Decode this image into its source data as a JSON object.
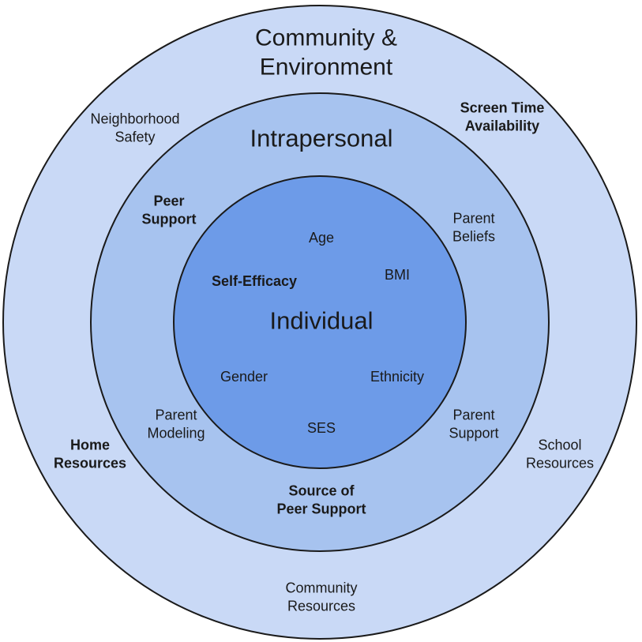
{
  "colors": {
    "outer_ring": "#c9d9f6",
    "middle_ring": "#a7c3ef",
    "inner_circle": "#6d9be8",
    "ring_stroke": "#1a1a1a",
    "text": "#1a1a1a"
  },
  "levels": {
    "community": {
      "title_line1": "Community &",
      "title_line2": "Environment",
      "factors": {
        "neighborhood_safety": {
          "line1": "Neighborhood",
          "line2": "Safety"
        },
        "screen_time_availability": {
          "line1": "Screen Time",
          "line2": "Availability"
        },
        "home_resources": {
          "line1": "Home",
          "line2": "Resources"
        },
        "school_resources": {
          "line1": "School",
          "line2": "Resources"
        },
        "community_resources": {
          "line1": "Community",
          "line2": "Resources"
        }
      }
    },
    "intrapersonal": {
      "title": "Intrapersonal",
      "factors": {
        "peer_support": {
          "line1": "Peer",
          "line2": "Support"
        },
        "parent_beliefs": {
          "line1": "Parent",
          "line2": "Beliefs"
        },
        "parent_modeling": {
          "line1": "Parent",
          "line2": "Modeling"
        },
        "parent_support": {
          "line1": "Parent",
          "line2": "Support"
        },
        "source_of_peer_support": {
          "line1": "Source of",
          "line2": "Peer Support"
        }
      }
    },
    "individual": {
      "title": "Individual",
      "factors": {
        "age": "Age",
        "bmi": "BMI",
        "self_efficacy": "Self-Efficacy",
        "gender": "Gender",
        "ethnicity": "Ethnicity",
        "ses": "SES"
      }
    }
  }
}
